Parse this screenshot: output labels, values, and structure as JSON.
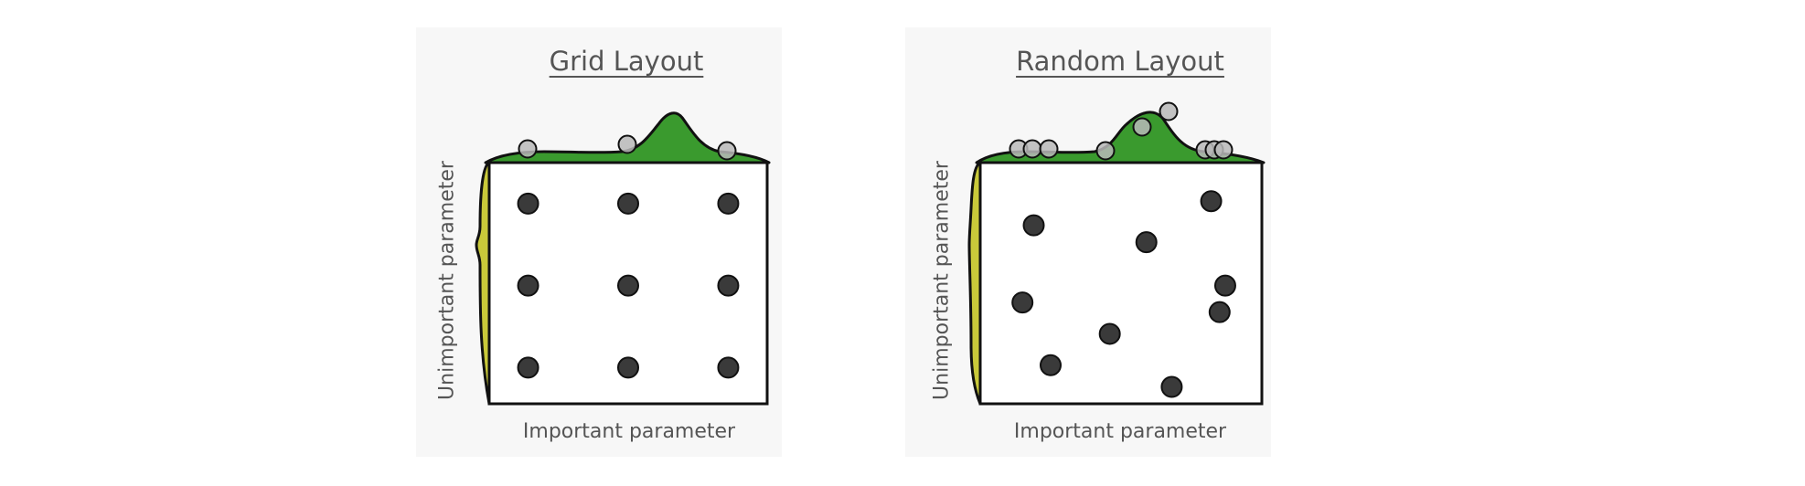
{
  "colors": {
    "background": "#ffffff",
    "panel_background": "#f7f7f7",
    "important_density": "#3a9a2e",
    "unimportant_density": "#c9c93a",
    "point_fill": "#3a3a3a",
    "marginal_point_fill": "#b9b9b9",
    "outline": "#111111",
    "text": "#555555"
  },
  "panels": [
    {
      "title": "Grid Layout",
      "xlabel": "Important parameter",
      "ylabel": "Unimportant parameter",
      "points": [
        {
          "x": 0.14,
          "y": 0.17
        },
        {
          "x": 0.5,
          "y": 0.17
        },
        {
          "x": 0.86,
          "y": 0.17
        },
        {
          "x": 0.14,
          "y": 0.51
        },
        {
          "x": 0.5,
          "y": 0.51
        },
        {
          "x": 0.86,
          "y": 0.51
        },
        {
          "x": 0.14,
          "y": 0.85
        },
        {
          "x": 0.5,
          "y": 0.85
        },
        {
          "x": 0.86,
          "y": 0.85
        }
      ]
    },
    {
      "title": "Random Layout",
      "xlabel": "Important parameter",
      "ylabel": "Unimportant parameter",
      "points": [
        {
          "x": 0.19,
          "y": 0.26
        },
        {
          "x": 0.59,
          "y": 0.33
        },
        {
          "x": 0.82,
          "y": 0.16
        },
        {
          "x": 0.15,
          "y": 0.58
        },
        {
          "x": 0.46,
          "y": 0.71
        },
        {
          "x": 0.85,
          "y": 0.62
        },
        {
          "x": 0.87,
          "y": 0.51
        },
        {
          "x": 0.25,
          "y": 0.84
        },
        {
          "x": 0.68,
          "y": 0.93
        }
      ]
    }
  ]
}
